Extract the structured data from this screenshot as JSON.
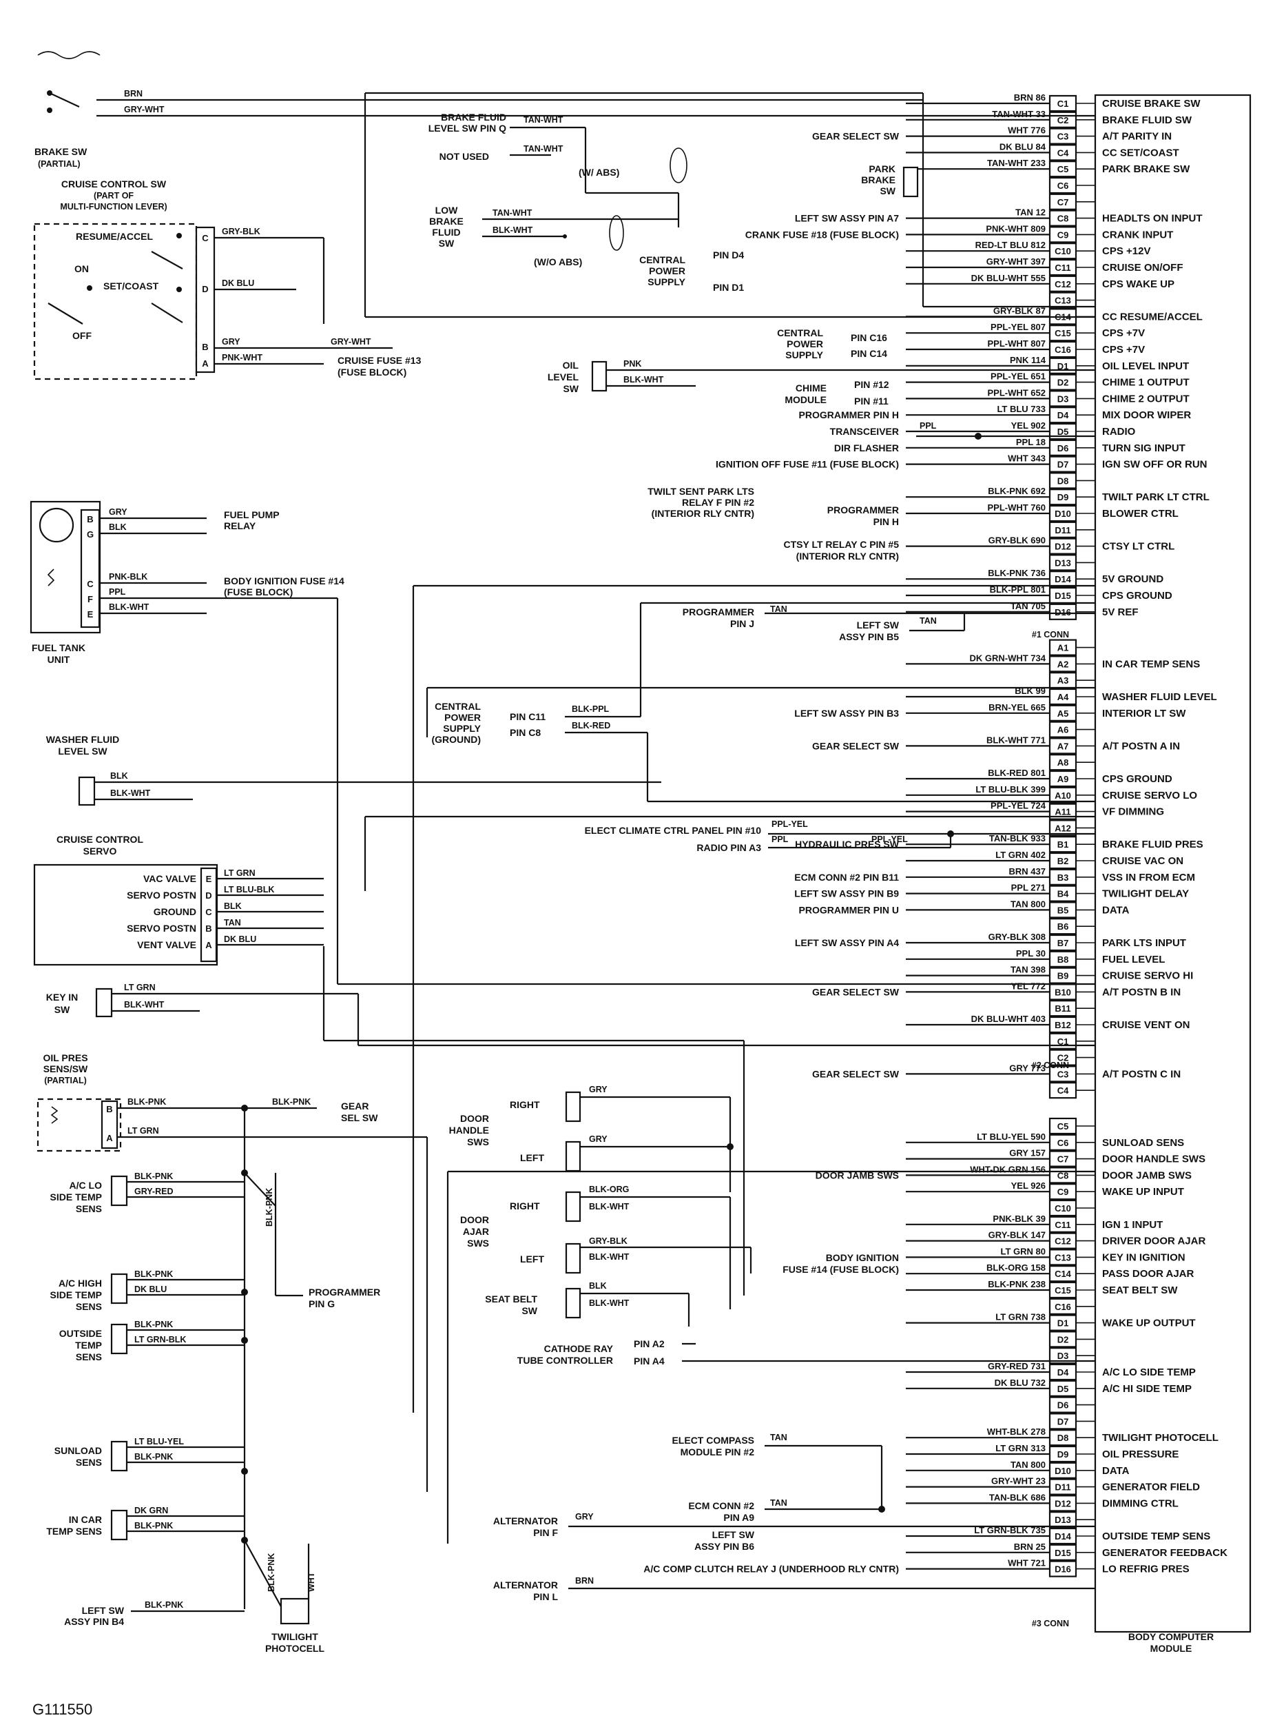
{
  "figure_id": "G111550",
  "module": {
    "title_line1": "BODY COMPUTER",
    "title_line2": "MODULE"
  },
  "connectors": {
    "c1": "#1 CONN",
    "c2": "#2 CONN",
    "c3": "#3 CONN"
  },
  "pins": [
    {
      "pin": "C1",
      "wire": "BRN 86",
      "signal": "CRUISE BRAKE SW",
      "source": ""
    },
    {
      "pin": "C2",
      "wire": "TAN-WHT 33",
      "signal": "BRAKE FLUID SW",
      "source": ""
    },
    {
      "pin": "C3",
      "wire": "WHT 776",
      "signal": "A/T PARITY IN",
      "source": "GEAR SELECT SW"
    },
    {
      "pin": "C4",
      "wire": "DK BLU 84",
      "signal": "CC SET/COAST",
      "source": ""
    },
    {
      "pin": "C5",
      "wire": "TAN-WHT 233",
      "signal": "PARK BRAKE SW",
      "source": ""
    },
    {
      "pin": "C6",
      "wire": "",
      "signal": "",
      "source": ""
    },
    {
      "pin": "C7",
      "wire": "",
      "signal": "",
      "source": ""
    },
    {
      "pin": "C8",
      "wire": "TAN 12",
      "signal": "HEADLTS ON INPUT",
      "source": "LEFT SW ASSY PIN A7"
    },
    {
      "pin": "C9",
      "wire": "PNK-WHT 809",
      "signal": "CRANK INPUT",
      "source": "CRANK FUSE #18 (FUSE BLOCK)"
    },
    {
      "pin": "C10",
      "wire": "RED-LT BLU 812",
      "signal": "CPS +12V",
      "source": ""
    },
    {
      "pin": "C11",
      "wire": "GRY-WHT 397",
      "signal": "CRUISE ON/OFF",
      "source": ""
    },
    {
      "pin": "C12",
      "wire": "DK BLU-WHT 555",
      "signal": "CPS WAKE UP",
      "source": ""
    },
    {
      "pin": "C13",
      "wire": "",
      "signal": "",
      "source": ""
    },
    {
      "pin": "C14",
      "wire": "GRY-BLK 87",
      "signal": "CC RESUME/ACCEL",
      "source": ""
    },
    {
      "pin": "C15",
      "wire": "PPL-YEL 807",
      "signal": "CPS +7V",
      "source": ""
    },
    {
      "pin": "C16",
      "wire": "PPL-WHT 807",
      "signal": "CPS +7V",
      "source": ""
    },
    {
      "pin": "D1",
      "wire": "PNK 114",
      "signal": "OIL LEVEL INPUT",
      "source": ""
    },
    {
      "pin": "D2",
      "wire": "PPL-YEL 651",
      "signal": "CHIME 1 OUTPUT",
      "source": ""
    },
    {
      "pin": "D3",
      "wire": "PPL-WHT 652",
      "signal": "CHIME 2 OUTPUT",
      "source": ""
    },
    {
      "pin": "D4",
      "wire": "LT BLU 733",
      "signal": "MIX DOOR WIPER",
      "source": "PROGRAMMER PIN H"
    },
    {
      "pin": "D5",
      "wire": "YEL 902",
      "signal": "RADIO",
      "source": "TRANSCEIVER"
    },
    {
      "pin": "D6",
      "wire": "PPL 18",
      "signal": "TURN SIG INPUT",
      "source": "DIR FLASHER"
    },
    {
      "pin": "D7",
      "wire": "WHT 343",
      "signal": "IGN SW OFF OR RUN",
      "source": "IGNITION OFF FUSE #11 (FUSE BLOCK)"
    },
    {
      "pin": "D8",
      "wire": "",
      "signal": "",
      "source": ""
    },
    {
      "pin": "D9",
      "wire": "BLK-PNK 692",
      "signal": "TWILT PARK LT CTRL",
      "source": ""
    },
    {
      "pin": "D10",
      "wire": "PPL-WHT 760",
      "signal": "BLOWER CTRL",
      "source": ""
    },
    {
      "pin": "D11",
      "wire": "",
      "signal": "",
      "source": ""
    },
    {
      "pin": "D12",
      "wire": "GRY-BLK 690",
      "signal": "CTSY LT CTRL",
      "source": ""
    },
    {
      "pin": "D13",
      "wire": "",
      "signal": "",
      "source": ""
    },
    {
      "pin": "D14",
      "wire": "BLK-PNK 736",
      "signal": "5V GROUND",
      "source": ""
    },
    {
      "pin": "D15",
      "wire": "BLK-PPL 801",
      "signal": "CPS GROUND",
      "source": ""
    },
    {
      "pin": "D16",
      "wire": "TAN 705",
      "signal": "5V REF",
      "source": ""
    },
    {
      "pin": "A1",
      "wire": "",
      "signal": "",
      "source": ""
    },
    {
      "pin": "A2",
      "wire": "DK GRN-WHT 734",
      "signal": "IN CAR TEMP SENS",
      "source": ""
    },
    {
      "pin": "A3",
      "wire": "",
      "signal": "",
      "source": ""
    },
    {
      "pin": "A4",
      "wire": "BLK 99",
      "signal": "WASHER FLUID LEVEL",
      "source": ""
    },
    {
      "pin": "A5",
      "wire": "BRN-YEL 665",
      "signal": "INTERIOR LT SW",
      "source": "LEFT SW ASSY PIN B3"
    },
    {
      "pin": "A6",
      "wire": "",
      "signal": "",
      "source": ""
    },
    {
      "pin": "A7",
      "wire": "BLK-WHT 771",
      "signal": "A/T POSTN A IN",
      "source": "GEAR SELECT SW"
    },
    {
      "pin": "A8",
      "wire": "",
      "signal": "",
      "source": ""
    },
    {
      "pin": "A9",
      "wire": "BLK-RED 801",
      "signal": "CPS GROUND",
      "source": ""
    },
    {
      "pin": "A10",
      "wire": "LT BLU-BLK 399",
      "signal": "CRUISE SERVO LO",
      "source": ""
    },
    {
      "pin": "A11",
      "wire": "PPL-YEL 724",
      "signal": "VF DIMMING",
      "source": ""
    },
    {
      "pin": "A12",
      "wire": "",
      "signal": "",
      "source": ""
    },
    {
      "pin": "B1",
      "wire": "TAN-BLK 933",
      "signal": "BRAKE FLUID PRES",
      "source": "HYDRAULIC PRES SW"
    },
    {
      "pin": "B2",
      "wire": "LT GRN 402",
      "signal": "CRUISE VAC ON",
      "source": ""
    },
    {
      "pin": "B3",
      "wire": "BRN 437",
      "signal": "VSS IN FROM ECM",
      "source": "ECM CONN #2 PIN B11"
    },
    {
      "pin": "B4",
      "wire": "PPL 271",
      "signal": "TWILIGHT DELAY",
      "source": "LEFT SW ASSY PIN B9"
    },
    {
      "pin": "B5",
      "wire": "TAN 800",
      "signal": "DATA",
      "source": "PROGRAMMER PIN U"
    },
    {
      "pin": "B6",
      "wire": "",
      "signal": "",
      "source": ""
    },
    {
      "pin": "B7",
      "wire": "GRY-BLK 308",
      "signal": "PARK LTS INPUT",
      "source": "LEFT SW ASSY PIN A4"
    },
    {
      "pin": "B8",
      "wire": "PPL 30",
      "signal": "FUEL LEVEL",
      "source": ""
    },
    {
      "pin": "B9",
      "wire": "TAN 398",
      "signal": "CRUISE SERVO HI",
      "source": ""
    },
    {
      "pin": "B10",
      "wire": "YEL 772",
      "signal": "A/T POSTN B IN",
      "source": "GEAR SELECT SW"
    },
    {
      "pin": "B11",
      "wire": "",
      "signal": "",
      "source": ""
    },
    {
      "pin": "B12",
      "wire": "DK BLU-WHT 403",
      "signal": "CRUISE VENT ON",
      "source": ""
    },
    {
      "pin": "C1",
      "wire": "",
      "signal": "",
      "source": ""
    },
    {
      "pin": "C2",
      "wire": "",
      "signal": "",
      "source": ""
    },
    {
      "pin": "C3",
      "wire": "GRY 773",
      "signal": "A/T POSTN C IN",
      "source": "GEAR SELECT SW"
    },
    {
      "pin": "C4",
      "wire": "",
      "signal": "",
      "source": ""
    },
    {
      "pin": "C5",
      "wire": "",
      "signal": "",
      "source": ""
    },
    {
      "pin": "C6",
      "wire": "LT BLU-YEL 590",
      "signal": "SUNLOAD SENS",
      "source": ""
    },
    {
      "pin": "C7",
      "wire": "GRY 157",
      "signal": "DOOR HANDLE SWS",
      "source": ""
    },
    {
      "pin": "C8",
      "wire": "WHT-DK GRN 156",
      "signal": "DOOR JAMB SWS",
      "source": "DOOR JAMB SWS"
    },
    {
      "pin": "C9",
      "wire": "YEL 926",
      "signal": "WAKE UP INPUT",
      "source": ""
    },
    {
      "pin": "C10",
      "wire": "",
      "signal": "",
      "source": ""
    },
    {
      "pin": "C11",
      "wire": "PNK-BLK 39",
      "signal": "IGN 1 INPUT",
      "source": ""
    },
    {
      "pin": "C12",
      "wire": "GRY-BLK 147",
      "signal": "DRIVER DOOR AJAR",
      "source": ""
    },
    {
      "pin": "C13",
      "wire": "LT GRN 80",
      "signal": "KEY IN IGNITION",
      "source": ""
    },
    {
      "pin": "C14",
      "wire": "BLK-ORG 158",
      "signal": "PASS DOOR AJAR",
      "source": ""
    },
    {
      "pin": "C15",
      "wire": "BLK-PNK 238",
      "signal": "SEAT BELT SW",
      "source": ""
    },
    {
      "pin": "C16",
      "wire": "",
      "signal": "",
      "source": ""
    },
    {
      "pin": "D1",
      "wire": "LT GRN 738",
      "signal": "WAKE UP OUTPUT",
      "source": ""
    },
    {
      "pin": "D2",
      "wire": "",
      "signal": "",
      "source": ""
    },
    {
      "pin": "D3",
      "wire": "",
      "signal": "",
      "source": ""
    },
    {
      "pin": "D4",
      "wire": "GRY-RED 731",
      "signal": "A/C LO SIDE TEMP",
      "source": ""
    },
    {
      "pin": "D5",
      "wire": "DK BLU 732",
      "signal": "A/C HI SIDE TEMP",
      "source": ""
    },
    {
      "pin": "D6",
      "wire": "",
      "signal": "",
      "source": ""
    },
    {
      "pin": "D7",
      "wire": "",
      "signal": "",
      "source": ""
    },
    {
      "pin": "D8",
      "wire": "WHT-BLK 278",
      "signal": "TWILIGHT PHOTOCELL",
      "source": ""
    },
    {
      "pin": "D9",
      "wire": "LT GRN 313",
      "signal": "OIL PRESSURE",
      "source": ""
    },
    {
      "pin": "D10",
      "wire": "TAN 800",
      "signal": "DATA",
      "source": ""
    },
    {
      "pin": "D11",
      "wire": "GRY-WHT 23",
      "signal": "GENERATOR FIELD",
      "source": ""
    },
    {
      "pin": "D12",
      "wire": "TAN-BLK 686",
      "signal": "DIMMING CTRL",
      "source": ""
    },
    {
      "pin": "D13",
      "wire": "",
      "signal": "",
      "source": ""
    },
    {
      "pin": "D14",
      "wire": "LT GRN-BLK 735",
      "signal": "OUTSIDE TEMP SENS",
      "source": ""
    },
    {
      "pin": "D15",
      "wire": "BRN 25",
      "signal": "GENERATOR FEEDBACK",
      "source": ""
    },
    {
      "pin": "D16",
      "wire": "WHT 721",
      "signal": "LO REFRIG PRES",
      "source": "A/C COMP CLUTCH RELAY J (UNDERHOOD RLY CNTR)"
    }
  ],
  "left": {
    "brake_sw": {
      "title": "BRAKE SW",
      "sub": "(PARTIAL)",
      "wire1": "BRN",
      "wire2": "GRY-WHT"
    },
    "cruise_sw": {
      "title1": "CRUISE CONTROL SW",
      "title2": "(PART OF",
      "title3": "MULTI-FUNCTION LEVER)",
      "resume": "RESUME/ACCEL",
      "on": "ON",
      "set": "SET/COAST",
      "off": "OFF",
      "pins": [
        "C",
        "D",
        "B",
        "A"
      ],
      "wires": [
        "GRY-BLK",
        "DK BLU",
        "GRY",
        "PNK-WHT"
      ],
      "gry_wht": "GRY-WHT",
      "fuse1": "CRUISE FUSE #13",
      "fuse2": "(FUSE BLOCK)"
    },
    "fuel_tank": {
      "title1": "FUEL TANK",
      "title2": "UNIT",
      "pins": [
        "B",
        "G",
        "C",
        "F",
        "E"
      ],
      "wires": [
        "GRY",
        "BLK",
        "PNK-BLK",
        "PPL",
        "BLK-WHT"
      ],
      "relay1": "FUEL PUMP",
      "relay2": "RELAY",
      "fuse1": "BODY IGNITION FUSE #14",
      "fuse2": "(FUSE BLOCK)"
    },
    "washer": {
      "title1": "WASHER FLUID",
      "title2": "LEVEL SW",
      "wires": [
        "BLK",
        "BLK-WHT"
      ]
    },
    "servo": {
      "title1": "CRUISE CONTROL",
      "title2": "SERVO",
      "rows": [
        {
          "label": "VAC VALVE",
          "pin": "E",
          "wire": "LT GRN"
        },
        {
          "label": "SERVO POSTN",
          "pin": "D",
          "wire": "LT BLU-BLK"
        },
        {
          "label": "GROUND",
          "pin": "C",
          "wire": "BLK"
        },
        {
          "label": "SERVO POSTN",
          "pin": "B",
          "wire": "TAN"
        },
        {
          "label": "VENT VALVE",
          "pin": "A",
          "wire": "DK BLU"
        }
      ]
    },
    "key_in": {
      "title1": "KEY IN",
      "title2": "SW",
      "wires": [
        "LT GRN",
        "BLK-WHT"
      ]
    },
    "oil_pres": {
      "title1": "OIL PRES",
      "title2": "SENS/SW",
      "title3": "(PARTIAL)",
      "pins": [
        "B",
        "A"
      ],
      "wires": [
        "BLK-PNK",
        "LT GRN"
      ],
      "gear1": "GEAR",
      "gear2": "SEL SW",
      "gear_wire": "BLK-PNK"
    },
    "ac_lo": {
      "title1": "A/C LO",
      "title2": "SIDE TEMP",
      "title3": "SENS",
      "wires": [
        "BLK-PNK",
        "GRY-RED"
      ]
    },
    "ac_hi": {
      "title1": "A/C HIGH",
      "title2": "SIDE TEMP",
      "title3": "SENS",
      "wires": [
        "BLK-PNK",
        "DK BLU"
      ]
    },
    "outside": {
      "title1": "OUTSIDE",
      "title2": "TEMP",
      "title3": "SENS",
      "wires": [
        "BLK-PNK",
        "LT GRN-BLK"
      ]
    },
    "sunload": {
      "title1": "SUNLOAD",
      "title2": "SENS",
      "wires": [
        "LT BLU-YEL",
        "BLK-PNK"
      ]
    },
    "incar": {
      "title1": "IN CAR",
      "title2": "TEMP SENS",
      "wires": [
        "DK GRN",
        "BLK-PNK"
      ]
    },
    "left_sw_b4": {
      "title1": "LEFT SW",
      "title2": "ASSY PIN B4",
      "wire": "BLK-PNK"
    },
    "programmer_g": {
      "title1": "PROGRAMMER",
      "title2": "PIN G",
      "vwire": "BLK-PNK"
    },
    "twilight": {
      "title1": "TWILIGHT",
      "title2": "PHOTOCELL",
      "wires": [
        "BLK-PNK",
        "WHT"
      ]
    }
  },
  "middle": {
    "brake_fluid": {
      "l1": "BRAKE FLUID",
      "l2": "LEVEL SW PIN Q",
      "wire": "TAN-WHT"
    },
    "not_used": {
      "label": "NOT USED",
      "wire": "TAN-WHT"
    },
    "w_abs": "(W/ ABS)",
    "wo_abs": "(W/O ABS)",
    "low_brake": {
      "l1": "LOW",
      "l2": "BRAKE",
      "l3": "FLUID",
      "l4": "SW",
      "wires": [
        "TAN-WHT",
        "BLK-WHT"
      ]
    },
    "park_brake": {
      "l1": "PARK",
      "l2": "BRAKE",
      "l3": "SW"
    },
    "central_power_1": {
      "l1": "CENTRAL",
      "l2": "POWER",
      "l3": "SUPPLY",
      "pins": [
        "PIN D4",
        "PIN D1"
      ]
    },
    "central_power_2": {
      "l1": "CENTRAL",
      "l2": "POWER",
      "l3": "SUPPLY",
      "pins": [
        "PIN C16",
        "PIN C14"
      ]
    },
    "oil_level": {
      "l1": "OIL",
      "l2": "LEVEL",
      "l3": "SW",
      "wires": [
        "PNK",
        "BLK-WHT"
      ]
    },
    "chime": {
      "l1": "CHIME",
      "l2": "MODULE",
      "pins": [
        "PIN #12",
        "PIN #11"
      ]
    },
    "transceiver_wire": "PPL",
    "twilt_sent": {
      "l1": "TWILT SENT PARK LTS",
      "l2": "RELAY F PIN #2",
      "l3": "(INTERIOR RLY CNTR)"
    },
    "programmer_h": {
      "l1": "PROGRAMMER",
      "l2": "PIN H"
    },
    "ctsy_relay": {
      "l1": "CTSY LT RELAY C PIN #5",
      "l2": "(INTERIOR RLY CNTR)"
    },
    "programmer_j": {
      "l1": "PROGRAMMER",
      "l2": "PIN J",
      "wire": "TAN"
    },
    "left_sw_b5": {
      "l1": "LEFT SW",
      "l2": "ASSY PIN B5",
      "wire": "TAN"
    },
    "central_power_3": {
      "l1": "CENTRAL",
      "l2": "POWER",
      "l3": "SUPPLY",
      "l4": "(GROUND)",
      "pins": [
        "PIN C11",
        "PIN C8"
      ],
      "wires": [
        "BLK-PPL",
        "BLK-RED"
      ]
    },
    "climate": {
      "label": "ELECT CLIMATE CTRL PANEL PIN #10",
      "wire": "PPL-YEL"
    },
    "radio_a3": {
      "label": "RADIO PIN A3",
      "wire1": "PPL",
      "wire2": "PPL-YEL"
    },
    "door_handle": {
      "l1": "DOOR",
      "l2": "HANDLE",
      "l3": "SWS",
      "right": "RIGHT",
      "left": "LEFT",
      "wire": "GRY"
    },
    "door_ajar": {
      "l1": "DOOR",
      "l2": "AJAR",
      "l3": "SWS",
      "right": "RIGHT",
      "left": "LEFT",
      "wires": [
        "BLK-ORG",
        "BLK-WHT",
        "GRY-BLK",
        "BLK-WHT"
      ]
    },
    "body_ign": {
      "l1": "BODY IGNITION",
      "l2": "FUSE #14 (FUSE BLOCK)"
    },
    "seat_belt": {
      "l1": "SEAT BELT",
      "l2": "SW",
      "wires": [
        "BLK",
        "BLK-WHT"
      ]
    },
    "crt": {
      "l1": "CATHODE RAY",
      "l2": "TUBE CONTROLLER",
      "pins": [
        "PIN A2",
        "PIN A4"
      ]
    },
    "compass": {
      "l1": "ELECT COMPASS",
      "l2": "MODULE PIN #2",
      "wire": "TAN"
    },
    "ecm_a9": {
      "l1": "ECM CONN #2",
      "l2": "PIN A9",
      "wire": "TAN"
    },
    "alternator_f": {
      "l1": "ALTERNATOR",
      "l2": "PIN F",
      "wire": "GRY"
    },
    "left_sw_b6": {
      "l1": "LEFT SW",
      "l2": "ASSY PIN B6"
    },
    "alternator_l": {
      "l1": "ALTERNATOR",
      "l2": "PIN L",
      "wire": "BRN"
    }
  }
}
